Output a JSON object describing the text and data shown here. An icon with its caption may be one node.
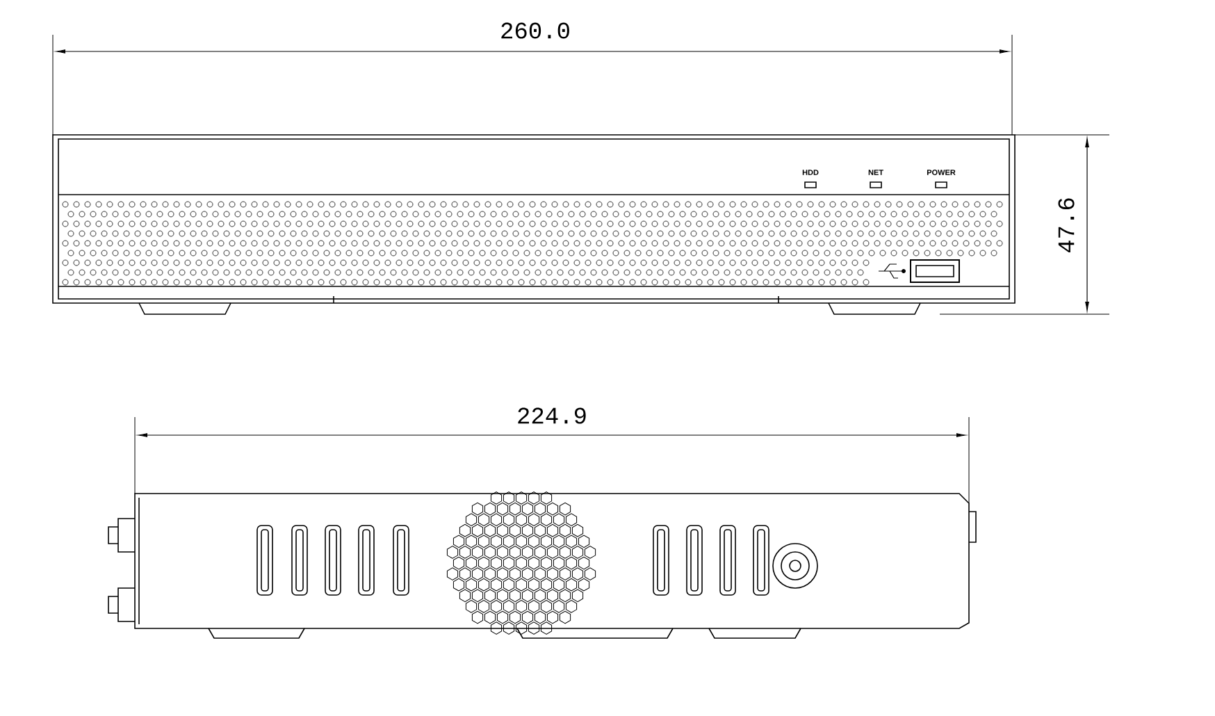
{
  "diagram": {
    "labels": [
      "260.0",
      "HDD",
      "NET",
      "POWER",
      "47.6",
      "224.9"
    ]
  }
}
